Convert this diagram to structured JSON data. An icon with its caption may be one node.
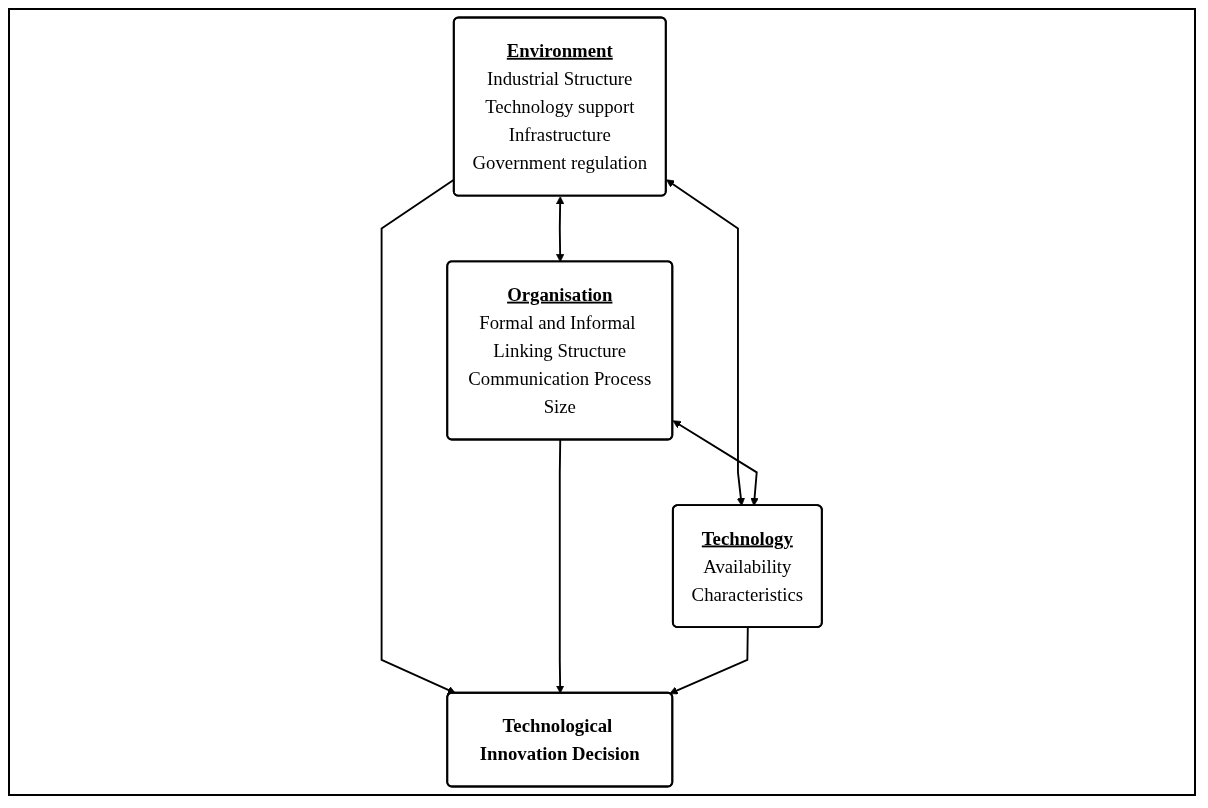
{
  "diagram": {
    "nodes": [
      {
        "text": [
          "Environment",
          "Industrial Structure",
          "Technology support",
          "Infrastructure",
          "Government regulation"
        ]
      },
      {
        "text": [
          "Organisation",
          "Formal and Informal Linking Structure",
          "Communication Process",
          "Size"
        ]
      },
      {
        "text": [
          "Technological Innovation Decision"
        ]
      },
      {
        "text": [
          "Technology",
          "Availability",
          "Characteristics"
        ]
      }
    ],
    "edges": [
      {
        "from": 0,
        "to": 1,
        "arrow": "both"
      },
      {
        "from": 0,
        "to": 2,
        "arrow": "to"
      },
      {
        "from": 1,
        "to": 2,
        "arrow": "to"
      },
      {
        "from": 3,
        "to": 2,
        "arrow": "to"
      },
      {
        "from": 0,
        "to": 3,
        "arrow": "both"
      },
      {
        "from": 1,
        "to": 3,
        "arrow": "both"
      }
    ]
  }
}
